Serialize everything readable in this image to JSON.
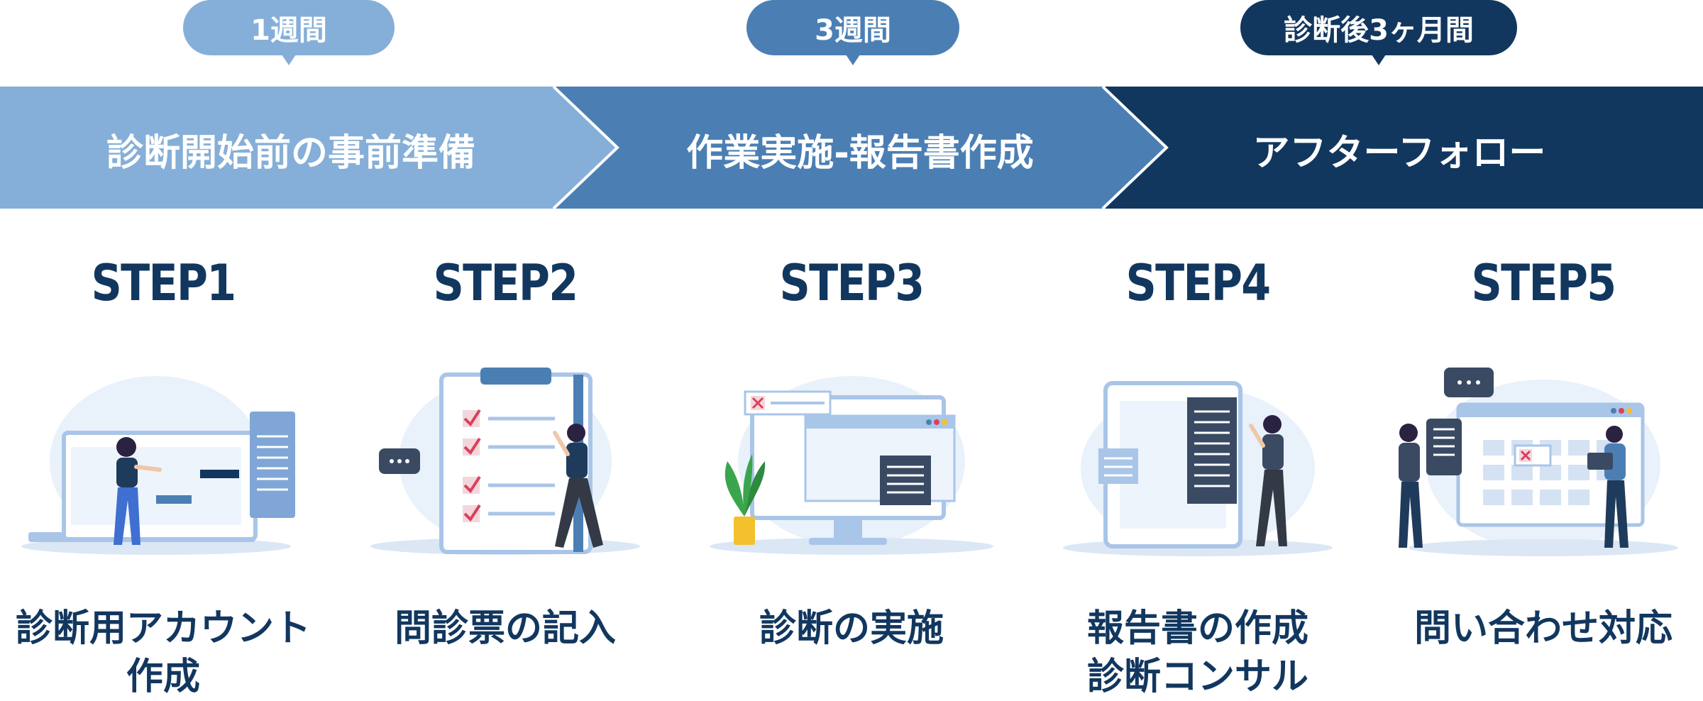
{
  "colors": {
    "phase1": "#85afd8",
    "phase2": "#4b7fb4",
    "phase3": "#12375f",
    "step_text": "#12375f",
    "accent_red": "#d9405b",
    "plant_green": "#3aa54c",
    "pot_yellow": "#f3c12d",
    "illust_light": "#e9f1fa",
    "illust_mid": "#a9c5e8"
  },
  "durations": [
    {
      "label": "1週間"
    },
    {
      "label": "3週間"
    },
    {
      "label": "診断後3ヶ月間"
    }
  ],
  "phases": [
    {
      "label": "診断開始前の事前準備"
    },
    {
      "label": "作業実施-報告書作成"
    },
    {
      "label": "アフターフォロー"
    }
  ],
  "steps": [
    {
      "title": "STEP1",
      "lines": [
        "診断用アカウント",
        "作成"
      ],
      "illustration": "account-setup-illustration"
    },
    {
      "title": "STEP2",
      "lines": [
        "問診票の記入"
      ],
      "illustration": "questionnaire-checklist-illustration"
    },
    {
      "title": "STEP3",
      "lines": [
        "診断の実施"
      ],
      "illustration": "monitor-diagnosis-illustration"
    },
    {
      "title": "STEP4",
      "lines": [
        "報告書の作成",
        "診断コンサル"
      ],
      "illustration": "report-document-illustration"
    },
    {
      "title": "STEP5",
      "lines": [
        "問い合わせ対応"
      ],
      "illustration": "support-inquiry-illustration"
    }
  ]
}
